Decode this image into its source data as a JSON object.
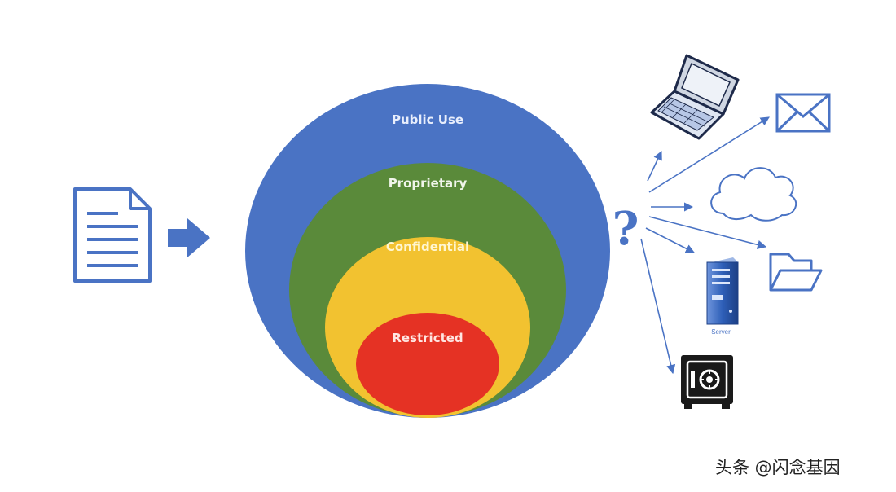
{
  "layers": [
    {
      "label": "Public Use",
      "color": "#4a73c4"
    },
    {
      "label": "Proprietary",
      "color": "#5a8a3a"
    },
    {
      "label": "Confidential",
      "color": "#f2c230"
    },
    {
      "label": "Restricted",
      "color": "#e53224"
    }
  ],
  "label_colors": {
    "public": "#e8eefc",
    "proprietary": "#f0f5ea",
    "confidential": "#fff6d0",
    "restricted": "#ffe6e2"
  },
  "arrow_color": "#4a73c4",
  "destination_icons": [
    "laptop-icon",
    "envelope-icon",
    "cloud-icon",
    "folder-icon",
    "server-icon",
    "safe-icon"
  ],
  "unknown_destination_symbol": "?",
  "server_caption": "Server",
  "watermark": "头条 @闪念基因"
}
